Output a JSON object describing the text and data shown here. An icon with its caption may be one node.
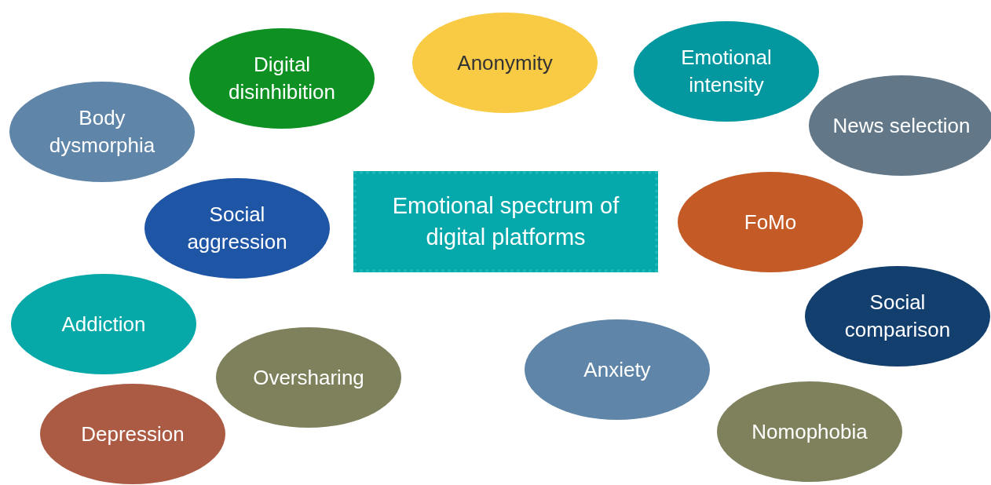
{
  "diagram": {
    "nodes": [
      {
        "text": [
          "Anonymity"
        ]
      },
      {
        "text": [
          "Emotional intensity"
        ]
      },
      {
        "text": [
          "Digital disinhibition"
        ]
      },
      {
        "text": [
          "News selection"
        ]
      },
      {
        "text": [
          "Body dysmorphia"
        ]
      },
      {
        "text": [
          "Emotional spectrum of digital platforms"
        ]
      },
      {
        "text": [
          "FoMo"
        ]
      },
      {
        "text": [
          "Social aggression"
        ]
      },
      {
        "text": [
          "Social comparison"
        ]
      },
      {
        "text": [
          "Addiction"
        ]
      },
      {
        "text": [
          "Anxiety"
        ]
      },
      {
        "text": [
          "Oversharing"
        ]
      },
      {
        "text": [
          "Nomophobia"
        ]
      },
      {
        "text": [
          "Depression"
        ]
      }
    ]
  }
}
